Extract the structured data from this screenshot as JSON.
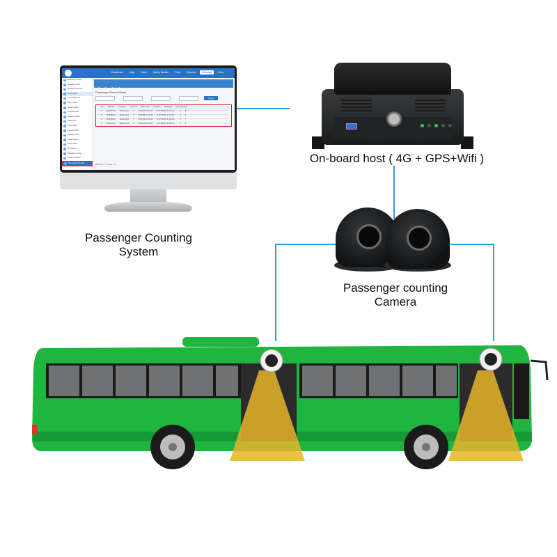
{
  "labels": {
    "system": "Passenger Counting System",
    "host": "On-board host ( 4G + GPS+Wifi )",
    "camera": "Passenger counting Camera"
  },
  "software": {
    "nav": [
      "Dashboard",
      "Map",
      "Video",
      "Safety Monitor",
      "Fleet",
      "Records",
      "Message",
      "More"
    ],
    "nav_active": 6,
    "sidebar": [
      "Message Center",
      "Message ADF",
      "Merchant Record",
      "Logo Mgmt",
      "Lost Shipment",
      "Alarm Meet",
      "Model Match",
      "Lane Monitor",
      "Messeng Alert",
      "Lane Alert",
      "Driver Alert",
      "Camera Info",
      "Voltage Alert",
      "Fleet Station",
      "Route Alert",
      "ITS Report",
      "Message Center",
      "Shortcut Driver",
      "Passenger Record"
    ],
    "sidebar_selected": 18,
    "page_title": "Passenger Record Mode",
    "query": "Query",
    "table_header": [
      "No.",
      "Box No.",
      "Plate No.",
      "Channel",
      "Start Time",
      "Location",
      "Boarding",
      "Disembarking"
    ],
    "table_rows": [
      [
        "1",
        "2019-06-01",
        "Road name",
        "0",
        "2019-06-01 12:31",
        "N 22.56789, E 113.91...",
        "9",
        "8"
      ],
      [
        "2",
        "2019-06-01",
        "Road name",
        "0",
        "2019-06-01 12:32",
        "N 22.56789, E 113.91...",
        "4",
        "5"
      ],
      [
        "3",
        "2019-06-01",
        "Road name",
        "0",
        "2019-06-01 12:33",
        "N 22.56789, E 113.91...",
        "6",
        "7"
      ],
      [
        "4",
        "2019-06-01",
        "Road name",
        "0",
        "2019-06-01 12:34",
        "N 22.56789, E 113.91...",
        "3",
        "2"
      ]
    ],
    "footer": "Records 1 - 4   Page 1 / 1"
  },
  "colors": {
    "line": "#2aa0d6",
    "bus": "#1fb53f",
    "beam": "#e6b52a",
    "accent": "#2a72c4"
  },
  "icons": [
    "usb-port-icon",
    "lock-icon",
    "status-led-icon"
  ]
}
